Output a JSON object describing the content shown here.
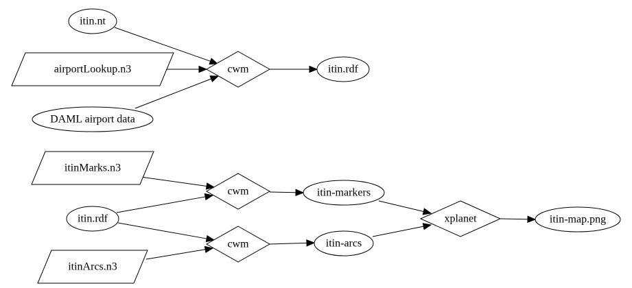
{
  "diagram": {
    "nodes": [
      {
        "id": "itin_nt",
        "label": "itin.nt",
        "shape": "ellipse"
      },
      {
        "id": "airportLookup",
        "label": "airportLookup.n3",
        "shape": "parallelogram"
      },
      {
        "id": "daml",
        "label": "DAML airport data",
        "shape": "ellipse"
      },
      {
        "id": "cwm1",
        "label": "cwm",
        "shape": "diamond"
      },
      {
        "id": "itin_rdf_out",
        "label": "itin.rdf",
        "shape": "ellipse"
      },
      {
        "id": "itinMarks",
        "label": "itinMarks.n3",
        "shape": "parallelogram"
      },
      {
        "id": "itin_rdf_in",
        "label": "itin.rdf",
        "shape": "ellipse"
      },
      {
        "id": "itinArcs",
        "label": "itinArcs.n3",
        "shape": "parallelogram"
      },
      {
        "id": "cwm2",
        "label": "cwm",
        "shape": "diamond"
      },
      {
        "id": "cwm3",
        "label": "cwm",
        "shape": "diamond"
      },
      {
        "id": "itin_markers",
        "label": "itin-markers",
        "shape": "ellipse"
      },
      {
        "id": "itin_arcs",
        "label": "itin-arcs",
        "shape": "ellipse"
      },
      {
        "id": "xplanet",
        "label": "xplanet",
        "shape": "diamond"
      },
      {
        "id": "itin_map",
        "label": "itin-map.png",
        "shape": "ellipse"
      }
    ],
    "edges": [
      {
        "from": "itin_nt",
        "to": "cwm1"
      },
      {
        "from": "airportLookup",
        "to": "cwm1"
      },
      {
        "from": "daml",
        "to": "cwm1"
      },
      {
        "from": "cwm1",
        "to": "itin_rdf_out"
      },
      {
        "from": "itinMarks",
        "to": "cwm2"
      },
      {
        "from": "itin_rdf_in",
        "to": "cwm2"
      },
      {
        "from": "itin_rdf_in",
        "to": "cwm3"
      },
      {
        "from": "itinArcs",
        "to": "cwm3"
      },
      {
        "from": "cwm2",
        "to": "itin_markers"
      },
      {
        "from": "cwm3",
        "to": "itin_arcs"
      },
      {
        "from": "itin_markers",
        "to": "xplanet"
      },
      {
        "from": "itin_arcs",
        "to": "xplanet"
      },
      {
        "from": "xplanet",
        "to": "itin_map"
      }
    ]
  }
}
